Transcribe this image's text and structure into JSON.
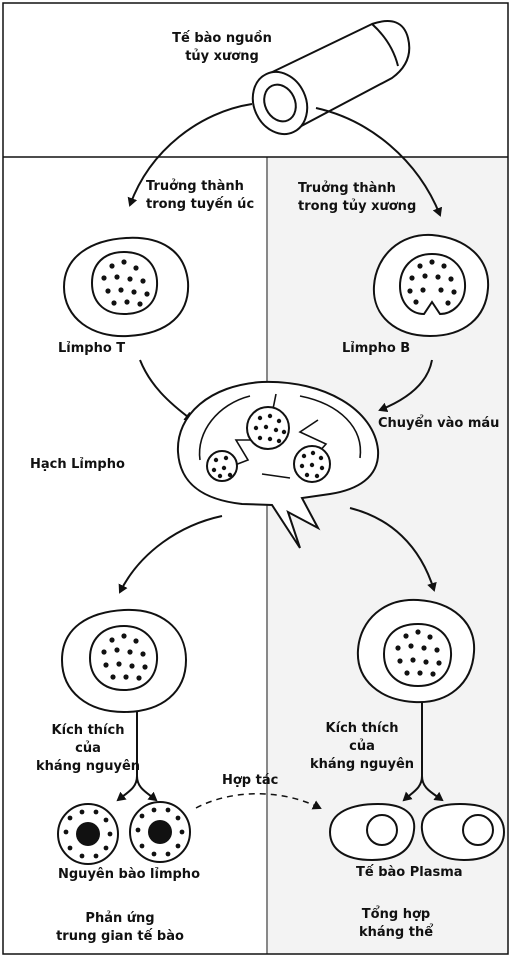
{
  "labels": {
    "source_line1": "Tế bào nguồn",
    "source_line2": "tủy xương",
    "left_maturation_line1": "Truởng thành",
    "left_maturation_line2": "trong tuyến úc",
    "right_maturation_line1": "Truởng thành",
    "right_maturation_line2": "trong tủy xương",
    "lympho_t": "Lỉmpho T",
    "lympho_b": "Lỉmpho B",
    "to_blood": "Chuyển vào máu",
    "lymph_node": "Hạch Lỉmpho",
    "left_stim_line1": "Kích thích",
    "left_stim_line2": "của",
    "left_stim_line3": "kháng nguyên",
    "right_stim_line1": "Kích thích",
    "right_stim_line2": "của",
    "right_stim_line3": "kháng nguyên",
    "cooperation": "Hợp tác",
    "lymphoblast": "Nguyên bào lỉmpho",
    "plasma_cell": "Tế bào Plasma",
    "cell_response_line1": "Phản ứng",
    "cell_response_line2": "trung gian tế bào",
    "antibody_line1": "Tổng hợp",
    "antibody_line2": "kháng thể"
  },
  "colors": {
    "ink": "#111111",
    "paper": "#ffffff",
    "right_panel_tint": "#f3f3f3"
  }
}
